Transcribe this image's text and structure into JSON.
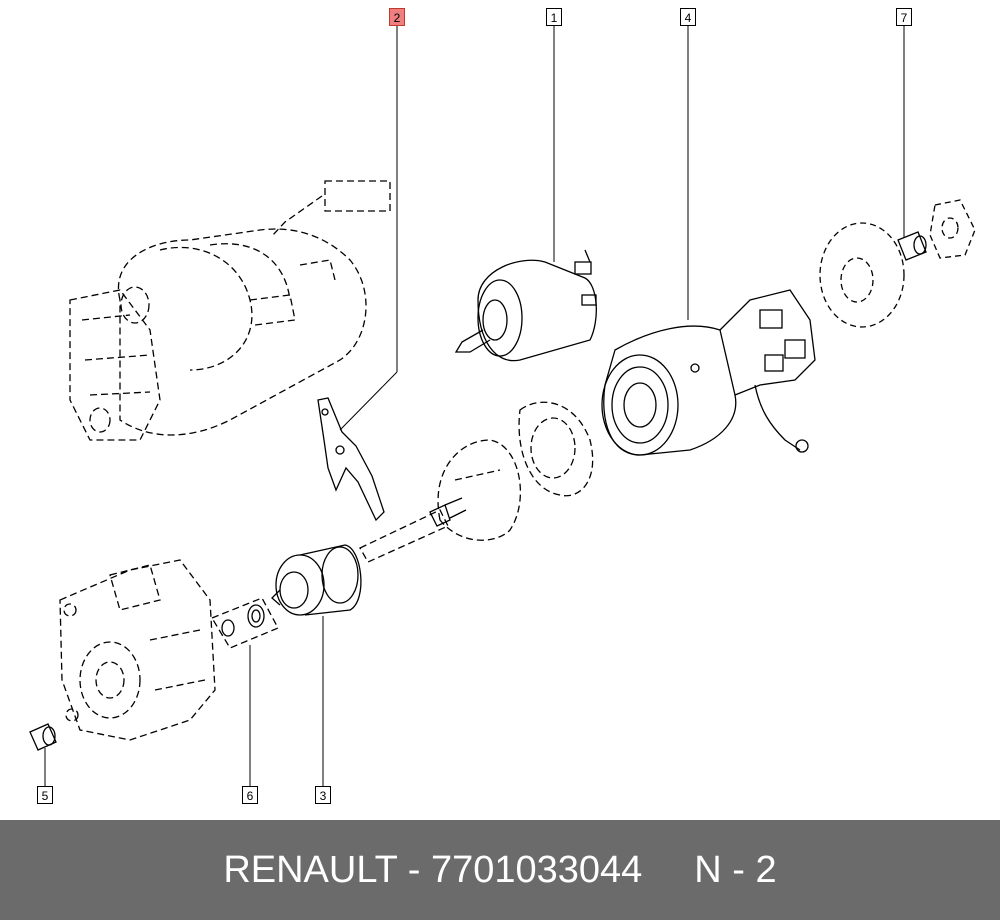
{
  "callouts": {
    "c1": "1",
    "c2": "2",
    "c3": "3",
    "c4": "4",
    "c5": "5",
    "c6": "6",
    "c7": "7"
  },
  "highlighted_callout": "2",
  "footer": {
    "part_text": "RENAULT - 7701033044",
    "ref_text": "N - 2"
  },
  "colors": {
    "footer_bg": "#6b6b6b",
    "highlight": "#f08080",
    "line": "#000000"
  }
}
